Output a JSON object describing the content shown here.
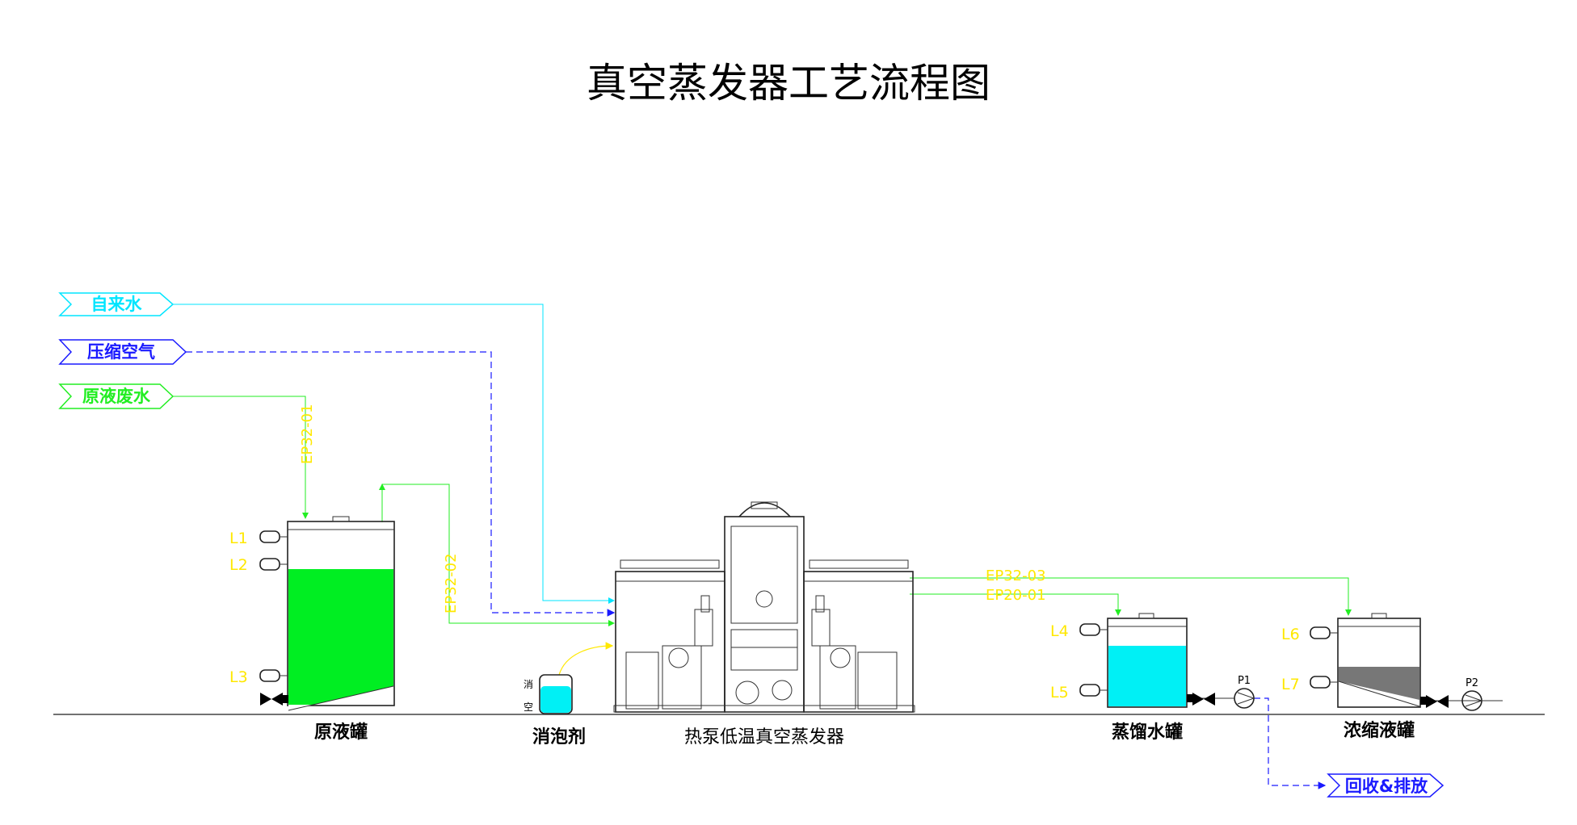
{
  "title": "真空蒸发器工艺流程图",
  "sources": [
    {
      "label": "自来水",
      "color": "#00e5ff"
    },
    {
      "label": "压缩空气",
      "color": "#1a1aff"
    },
    {
      "label": "原液废水",
      "color": "#22ee22"
    }
  ],
  "pipes": {
    "ep32_01": "EP32-01",
    "ep32_02": "EP32-02",
    "ep32_03": "EP32-03",
    "ep20_01": "EP20-01"
  },
  "levels": {
    "l1": "L1",
    "l2": "L2",
    "l3": "L3",
    "l4": "L4",
    "l5": "L5",
    "l6": "L6",
    "l7": "L7"
  },
  "pumps": {
    "p1": "P1",
    "p2": "P2"
  },
  "equipment": {
    "raw_tank": "原液罐",
    "defoamer": "消泡剂",
    "defoamer_tag_1": "消",
    "defoamer_tag_2": "空",
    "evaporator": "热泵低温真空蒸发器",
    "distilled_tank": "蒸馏水罐",
    "concentrate_tank": "浓缩液罐"
  },
  "outlet": {
    "label": "回收&排放",
    "color": "#1a1aff"
  },
  "fluid_colors": {
    "raw": "#00ee22",
    "distilled": "#00f0f5",
    "concentrate": "#777777",
    "defoamer": "#00f0f5"
  }
}
